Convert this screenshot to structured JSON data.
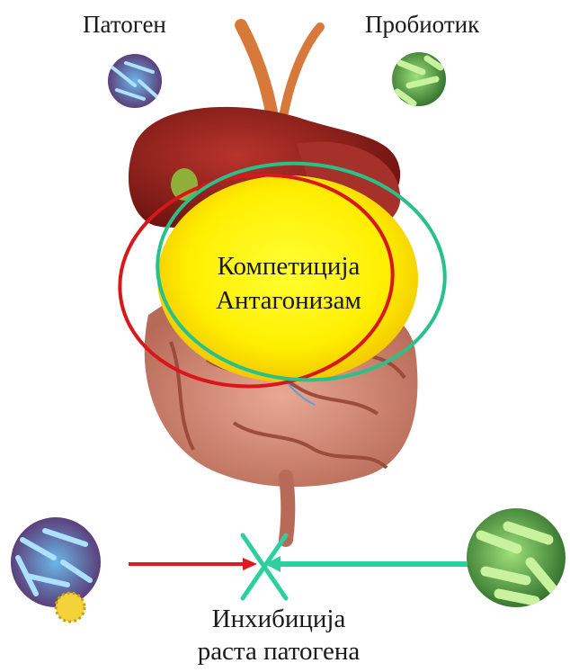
{
  "labels": {
    "pathogen": "Патоген",
    "probiotic": "Пробиотик"
  },
  "center": {
    "line1": "Компетиција",
    "line2": "Антагонизам"
  },
  "result": {
    "line1": "Инхибиција",
    "line2": "раста патогена"
  },
  "colors": {
    "pathogen_arrow": "#e01b1b",
    "probiotic_arrow": "#2ecf9f",
    "center_fill": "#ffee00",
    "pathogen_ellipse": "#d9161a",
    "probiotic_ellipse": "#29c08a"
  }
}
